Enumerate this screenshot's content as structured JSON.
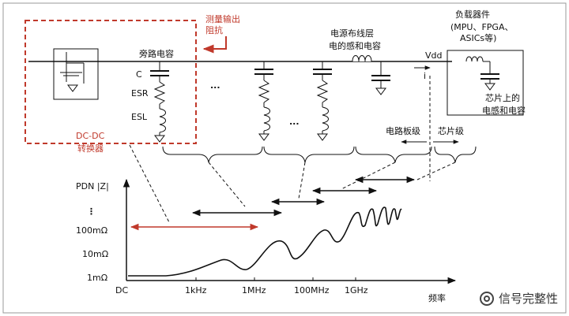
{
  "labels": {
    "measure": [
      "测量输出",
      "阻抗"
    ],
    "bypass_cap": "旁路电容",
    "cap_c": "C",
    "esr": "ESR",
    "esl": "ESL",
    "dots": "...",
    "plane": [
      "电源布线层",
      "电的感和电容"
    ],
    "load": [
      "负载器件",
      "(MPU、FPGA、",
      "ASICs等)"
    ],
    "vdd": "Vdd",
    "current": "i",
    "onchip": [
      "芯片上的",
      "电感和电容"
    ],
    "board_level": "电路板级",
    "chip_level": "芯片级",
    "dcdc": [
      "DC-DC",
      "转换器"
    ],
    "pdn": "PDN |Z|",
    "y_dots": "⋮",
    "y_ticks": [
      "100mΩ",
      "10mΩ",
      "1mΩ"
    ],
    "x_ticks": [
      "DC",
      "1kHz",
      "1MHz",
      "100MHz",
      "1GHz"
    ],
    "x_title": "频率"
  },
  "watermark": "信号完整性",
  "colors": {
    "accent_red": "#c0392b",
    "line": "#111111"
  }
}
